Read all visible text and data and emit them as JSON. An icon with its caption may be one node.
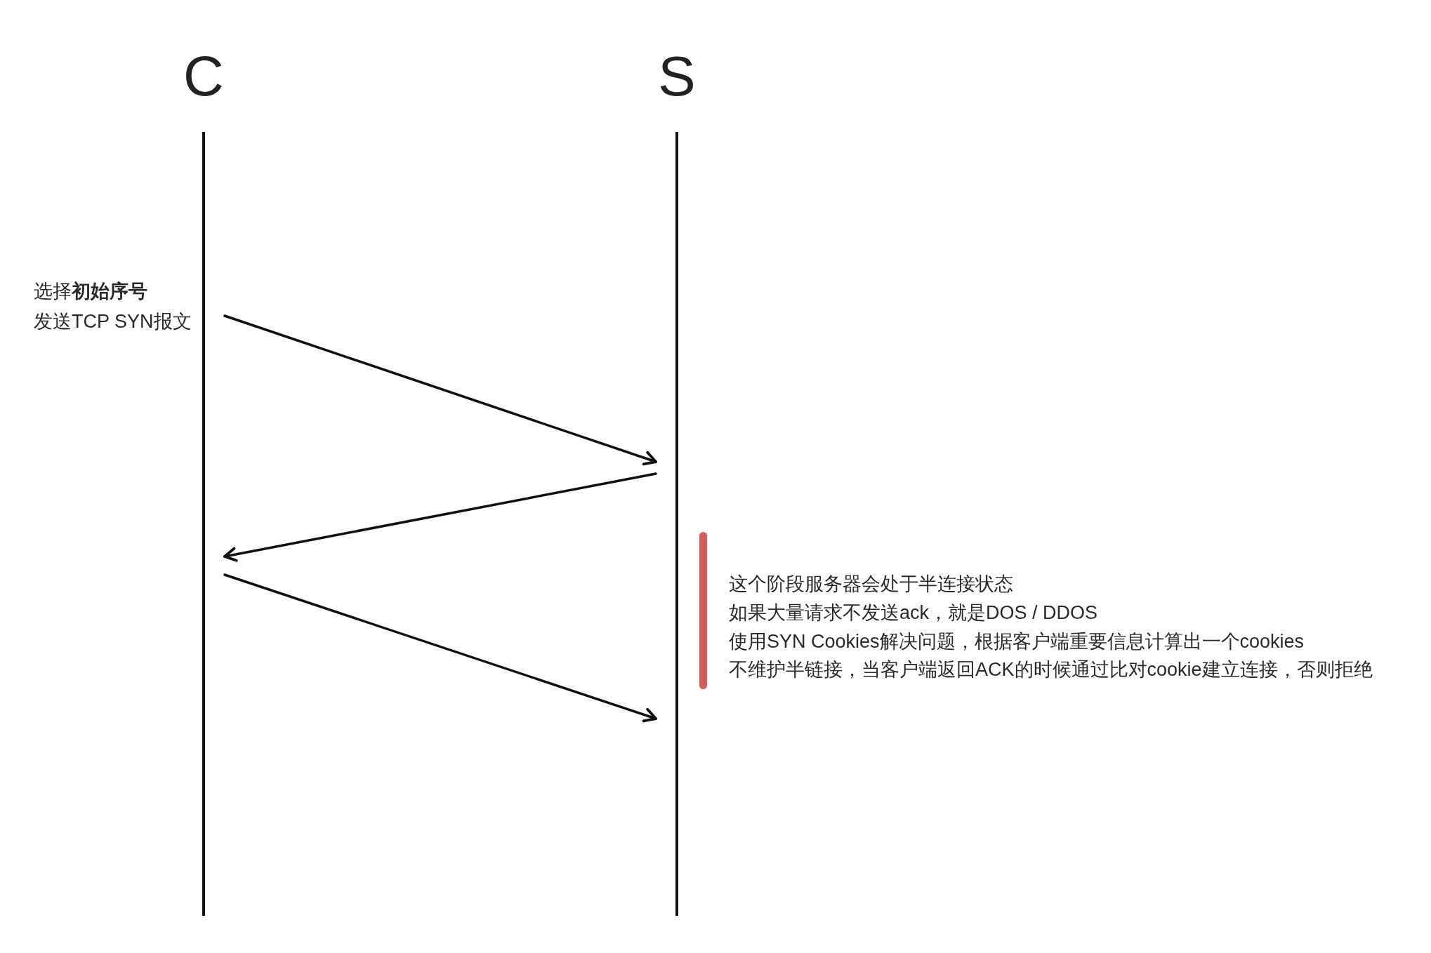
{
  "diagram": {
    "nodes": [
      {
        "text": [
          "C"
        ]
      },
      {
        "text": [
          "S"
        ]
      }
    ],
    "edges": [
      {
        "from": 0,
        "to": 1,
        "arrow": "to"
      },
      {
        "from": 1,
        "to": 0,
        "arrow": "to"
      },
      {
        "from": 0,
        "to": 1,
        "arrow": "to"
      }
    ],
    "labels": [
      "选择**初始序号**",
      "发送TCP SYN报文",
      "这个阶段服务器会处于半连接状态",
      "如果大量请求不发送ack，就是DOS / DDOS",
      "使用SYN Cookies解决问题，根据客户端重要信息计算出一个cookies",
      "不维护半链接，当客户端返回ACK的时候通过比对cookie建立连接，否则拒绝"
    ]
  }
}
